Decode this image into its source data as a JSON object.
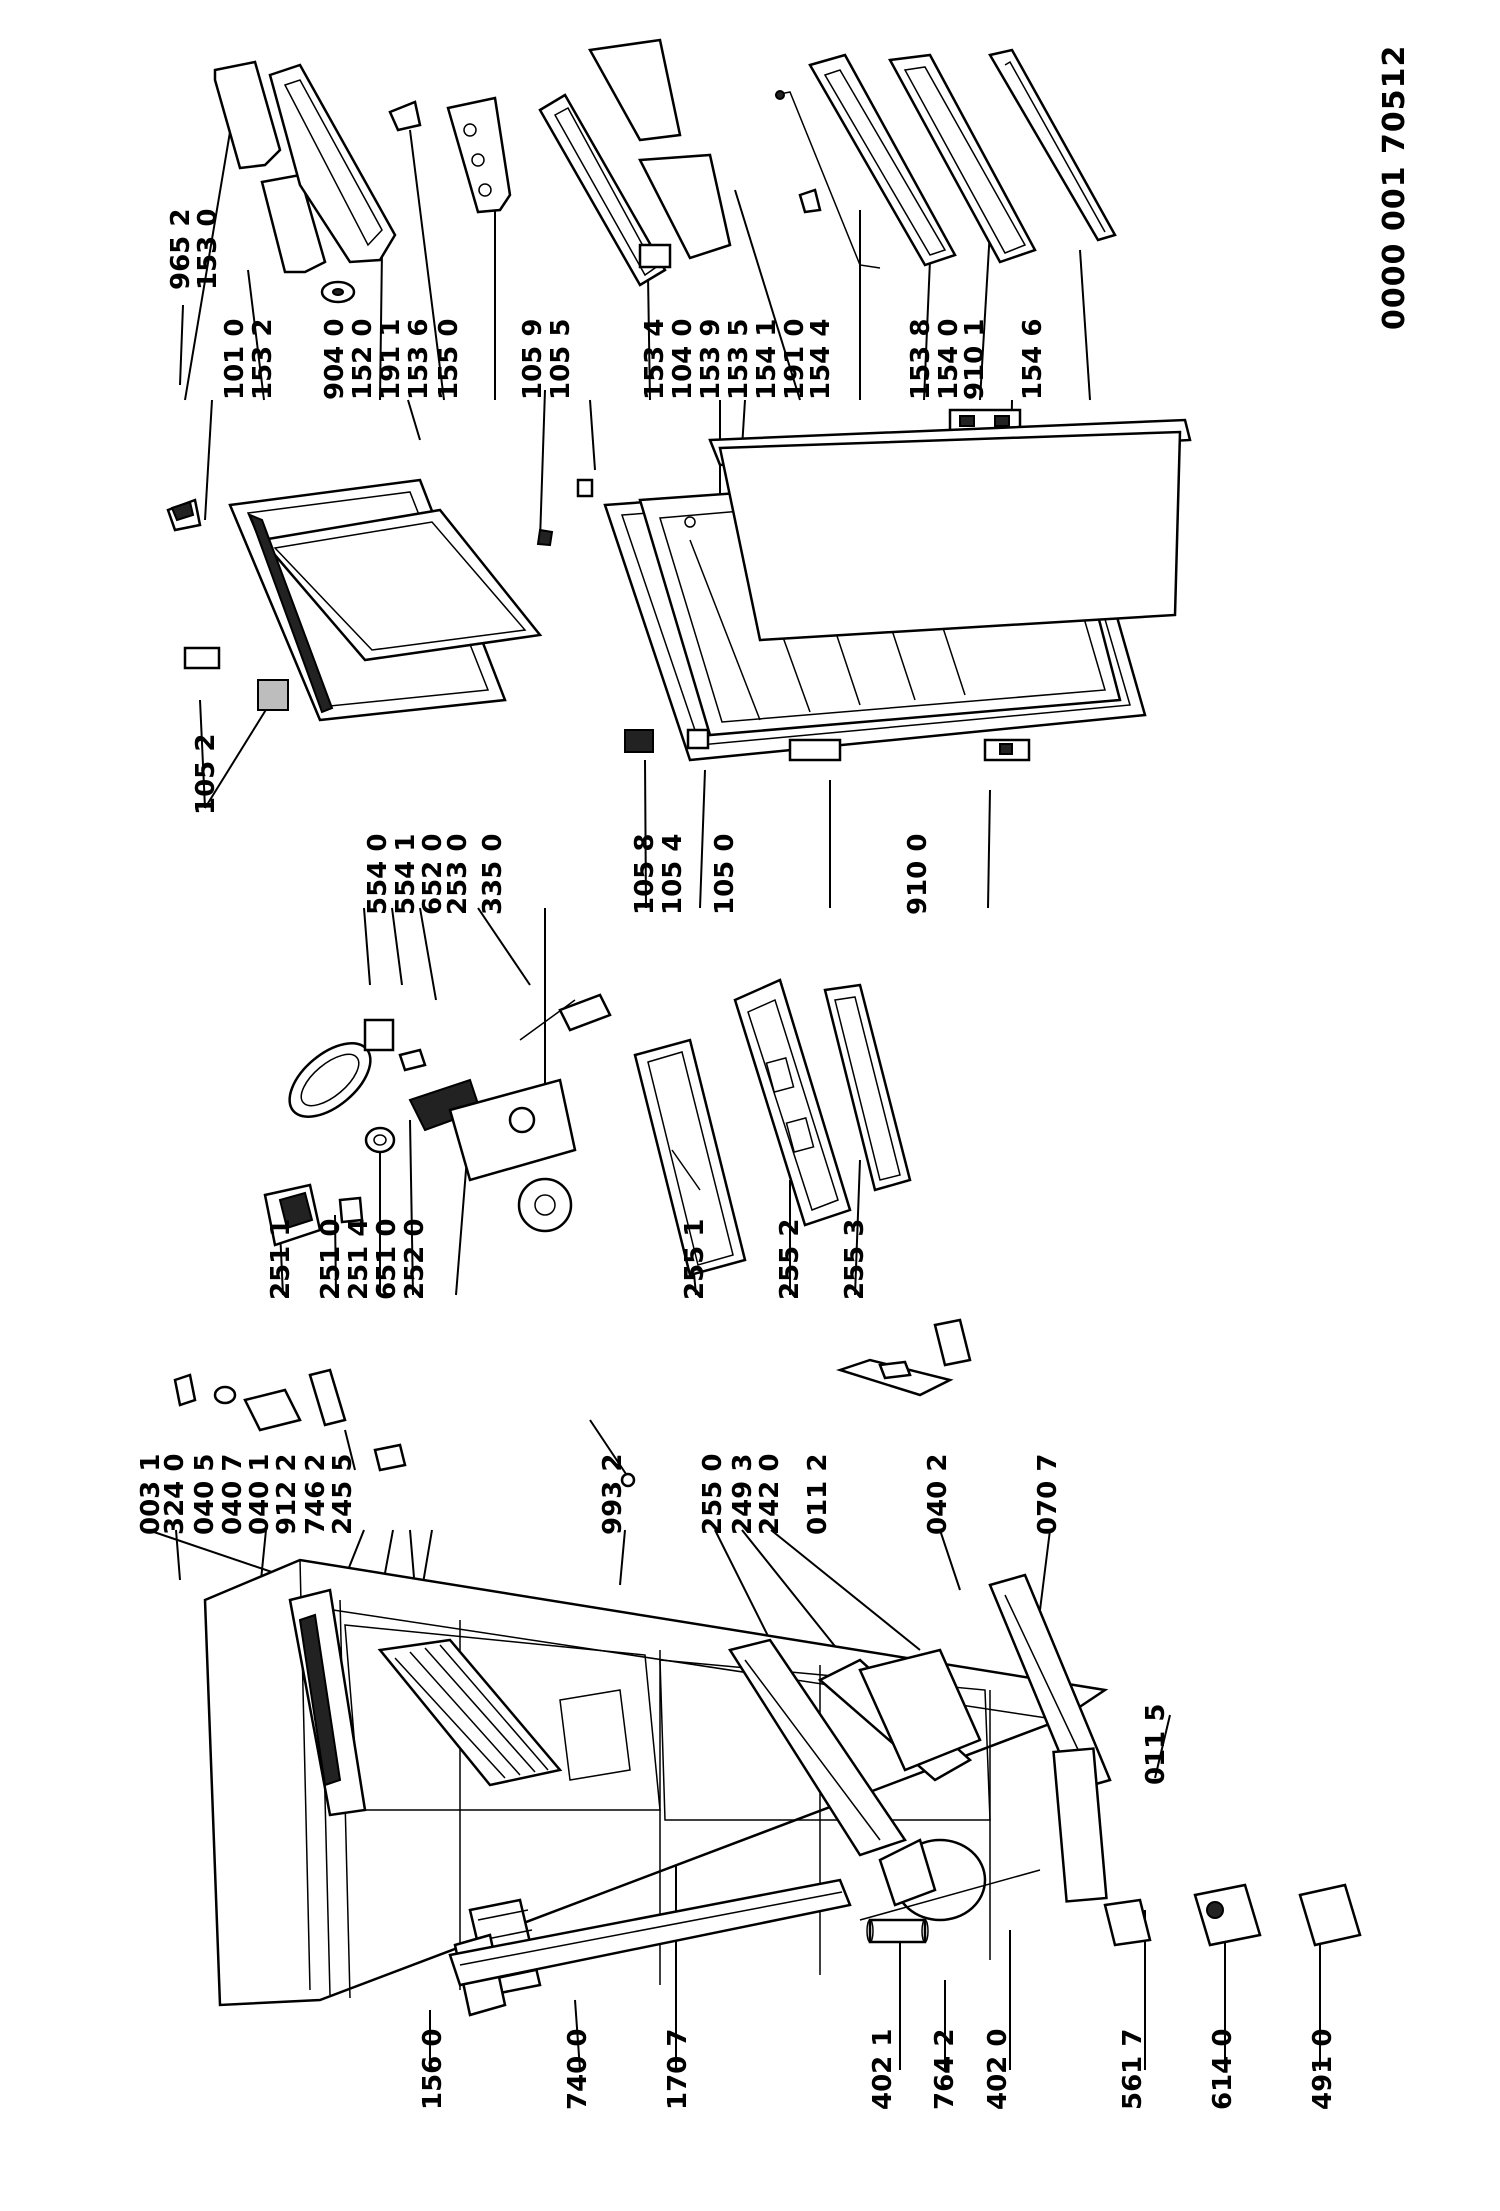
{
  "drawing_code": "0000 001 70512",
  "part_labels": [
    "965 2",
    "153 0",
    "101 0",
    "153 2",
    "904 0",
    "152 0",
    "191 1",
    "153 6",
    "155 0",
    "105 9",
    "105 5",
    "153 4",
    "104 0",
    "153 9",
    "153 5",
    "154 1",
    "191 0",
    "154 4",
    "153 8",
    "154 0",
    "910 1",
    "154 6",
    "105 2",
    "554 0",
    "554 1",
    "652 0",
    "253 0",
    "335 0",
    "105 8",
    "105 4",
    "105 0",
    "910 0",
    "251 1",
    "251 0",
    "251 4",
    "651 0",
    "252 0",
    "255 1",
    "255 2",
    "255 3",
    "003 1",
    "324 0",
    "040 5",
    "040 7",
    "040 1",
    "912 2",
    "746 2",
    "245 5",
    "993 2",
    "255 0",
    "249 3",
    "242 0",
    "011 2",
    "040 2",
    "070 7",
    "011 5",
    "156 0",
    "740 0",
    "170 7",
    "402 1",
    "764 2",
    "402 0",
    "561 7",
    "614 0",
    "491 0"
  ]
}
